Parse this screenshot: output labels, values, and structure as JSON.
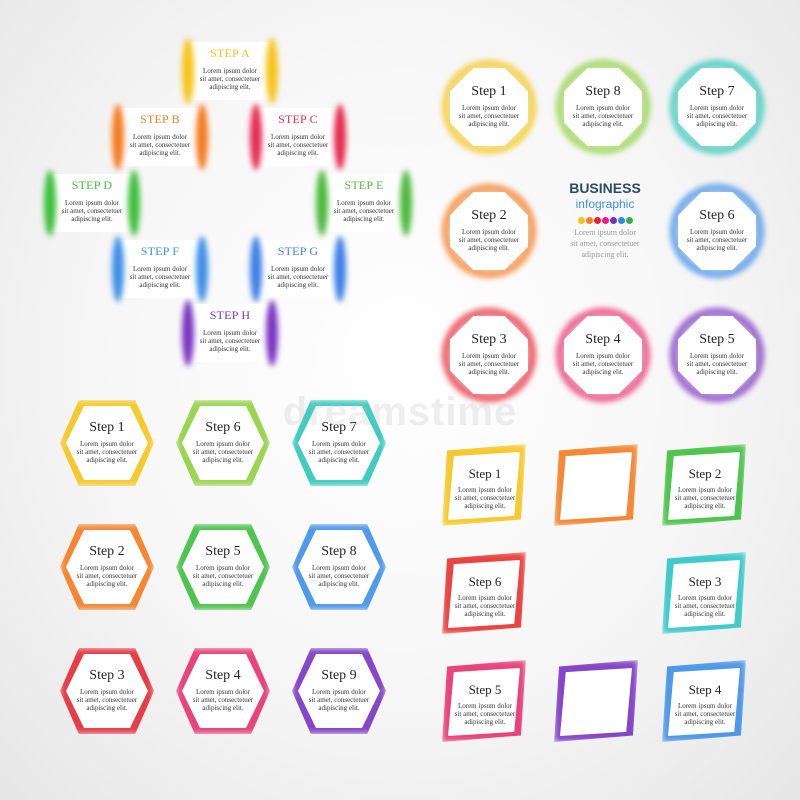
{
  "lorem": [
    "Lorem ipsum dolor",
    "sit amet, consectetuer",
    "adipiscing elit."
  ],
  "business": {
    "title": "BUSINESS",
    "subtitle": "infographic",
    "lines": [
      "Lorem ipsum dolor",
      "sit amet, consectetuer",
      "adipiscing elit."
    ],
    "dot_colors": [
      "#f0c419",
      "#f57c20",
      "#e8212e",
      "#e91e8c",
      "#7b2fb5",
      "#2d8be0",
      "#34b24a"
    ]
  },
  "watermark": "dreamstime",
  "colors": {
    "yellow": "#f5c518",
    "orange": "#f47b20",
    "red": "#e52b36",
    "pink": "#e8306f",
    "purple": "#7a35c2",
    "blue": "#3d8fe8",
    "green": "#3cbf3c",
    "teal": "#2cc7b8",
    "lightgreen": "#8fd13f"
  },
  "cross_steps": [
    {
      "label": "STEP  A",
      "color": "#f5c518"
    },
    {
      "label": "STEP  B",
      "color": "#f47b20"
    },
    {
      "label": "STEP  C",
      "color": "#e52b50"
    },
    {
      "label": "STEP  D",
      "color": "#3cbf3c"
    },
    {
      "label": "STEP  E",
      "color": "#4cba3c"
    },
    {
      "label": "STEP  F",
      "color": "#3d8fe8"
    },
    {
      "label": "STEP  G",
      "color": "#3d7fe8"
    },
    {
      "label": "STEP  H",
      "color": "#7a35c2"
    }
  ],
  "octagons": [
    {
      "label": "Step 1",
      "color": "#f5c518"
    },
    {
      "label": "Step 8",
      "color": "#8fd13f"
    },
    {
      "label": "Step 7",
      "color": "#2cc7b8"
    },
    {
      "label": "Step 2",
      "color": "#f47b20"
    },
    {
      "label": "Step 6",
      "color": "#3d8fe8"
    },
    {
      "label": "Step 3",
      "color": "#e52b36"
    },
    {
      "label": "Step 4",
      "color": "#e8306f"
    },
    {
      "label": "Step 5",
      "color": "#7a35c2"
    }
  ],
  "hexagons": [
    {
      "label": "Step 1",
      "color": "#f5c518"
    },
    {
      "label": "Step 6",
      "color": "#8fd13f"
    },
    {
      "label": "Step 7",
      "color": "#2cc7b8"
    },
    {
      "label": "Step 2",
      "color": "#f47b20"
    },
    {
      "label": "Step 5",
      "color": "#3cbf3c"
    },
    {
      "label": "Step 8",
      "color": "#3d8fe8"
    },
    {
      "label": "Step 3",
      "color": "#e52b36"
    },
    {
      "label": "Step 4",
      "color": "#e8306f"
    },
    {
      "label": "Step 9",
      "color": "#7a35c2"
    }
  ],
  "parallelograms": [
    {
      "label": "Step 1",
      "color": "#f5c518"
    },
    {
      "label": "",
      "color": "#f47b20"
    },
    {
      "label": "Step 2",
      "color": "#3cbf3c"
    },
    {
      "label": "Step 6",
      "color": "#e8302e"
    },
    {
      "label": "Step 3",
      "color": "#2cc7c8"
    },
    {
      "label": "Step 5",
      "color": "#e8306f"
    },
    {
      "label": "",
      "color": "#7a35c2"
    },
    {
      "label": "Step 4",
      "color": "#3d8fe8"
    }
  ]
}
